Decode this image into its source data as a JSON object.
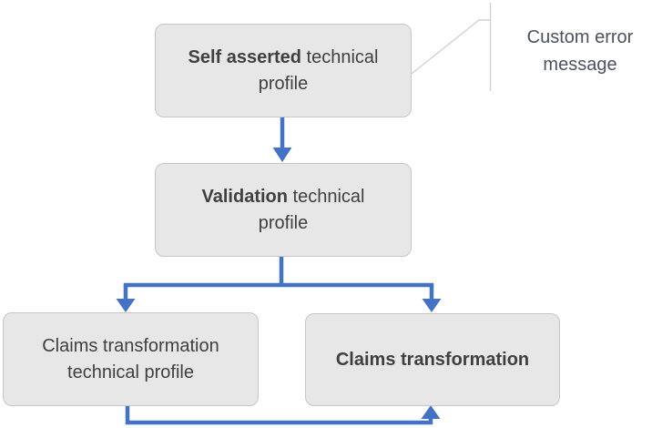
{
  "diagram": {
    "colors": {
      "background": "#ffffff",
      "connector_blue": "#4472c4",
      "box_fill": "#e8e7e7",
      "box_border": "#c6c6c6",
      "box_text": "#3f3f3f",
      "callout_line": "#d2d2d2",
      "callout_text": "#4a5260"
    },
    "nodes": [
      {
        "name": "self-asserted-technical-profile",
        "lines": [
          {
            "bold": "Self asserted",
            "text": " technical"
          },
          {
            "bold": "",
            "text": "profile"
          }
        ]
      },
      {
        "name": "validation-technical-profile",
        "lines": [
          {
            "bold": "Validation",
            "text": " technical"
          },
          {
            "bold": "",
            "text": "profile"
          }
        ]
      },
      {
        "name": "claims-transformation-technical-profile",
        "lines": [
          {
            "bold": "",
            "text": "Claims transformation"
          },
          {
            "bold": "",
            "text": "technical profile"
          }
        ]
      },
      {
        "name": "claims-transformation",
        "lines": [
          {
            "bold": "Claims transformation",
            "text": ""
          }
        ]
      }
    ],
    "callout": {
      "lines": [
        "Custom error",
        "message"
      ]
    }
  }
}
